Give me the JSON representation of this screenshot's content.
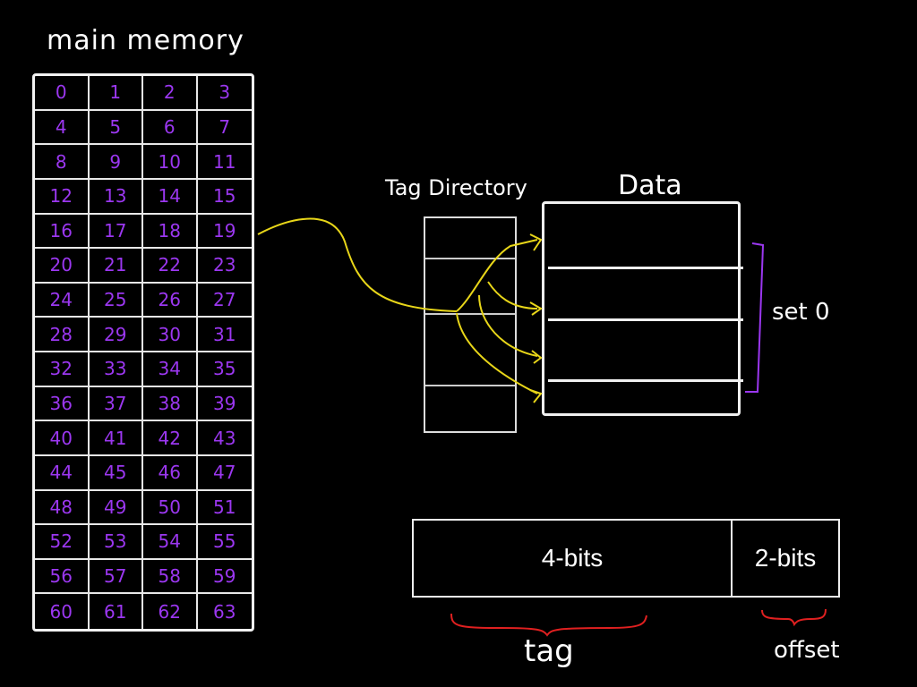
{
  "main_memory": {
    "title": "main memory",
    "columns": 4,
    "cells": [
      "0",
      "1",
      "2",
      "3",
      "4",
      "5",
      "6",
      "7",
      "8",
      "9",
      "10",
      "11",
      "12",
      "13",
      "14",
      "15",
      "16",
      "17",
      "18",
      "19",
      "20",
      "21",
      "22",
      "23",
      "24",
      "25",
      "26",
      "27",
      "28",
      "29",
      "30",
      "31",
      "32",
      "33",
      "34",
      "35",
      "36",
      "37",
      "38",
      "39",
      "40",
      "41",
      "42",
      "43",
      "44",
      "45",
      "46",
      "47",
      "48",
      "49",
      "50",
      "51",
      "52",
      "53",
      "54",
      "55",
      "56",
      "57",
      "58",
      "59",
      "60",
      "61",
      "62",
      "63"
    ],
    "highlighted_block": "19"
  },
  "cache": {
    "tag_directory_title": "Tag Directory",
    "data_title": "Data",
    "set_label": "set 0",
    "lines_in_set": 4
  },
  "address": {
    "tag_field": "4-bits",
    "offset_field": "2-bits",
    "tag_label": "tag",
    "offset_label": "offset"
  },
  "colors": {
    "background": "#000000",
    "numbers": "#9b37f0",
    "arrows": "#e8d619",
    "set_bracket": "#9b37f0",
    "field_braces": "#e02020"
  }
}
